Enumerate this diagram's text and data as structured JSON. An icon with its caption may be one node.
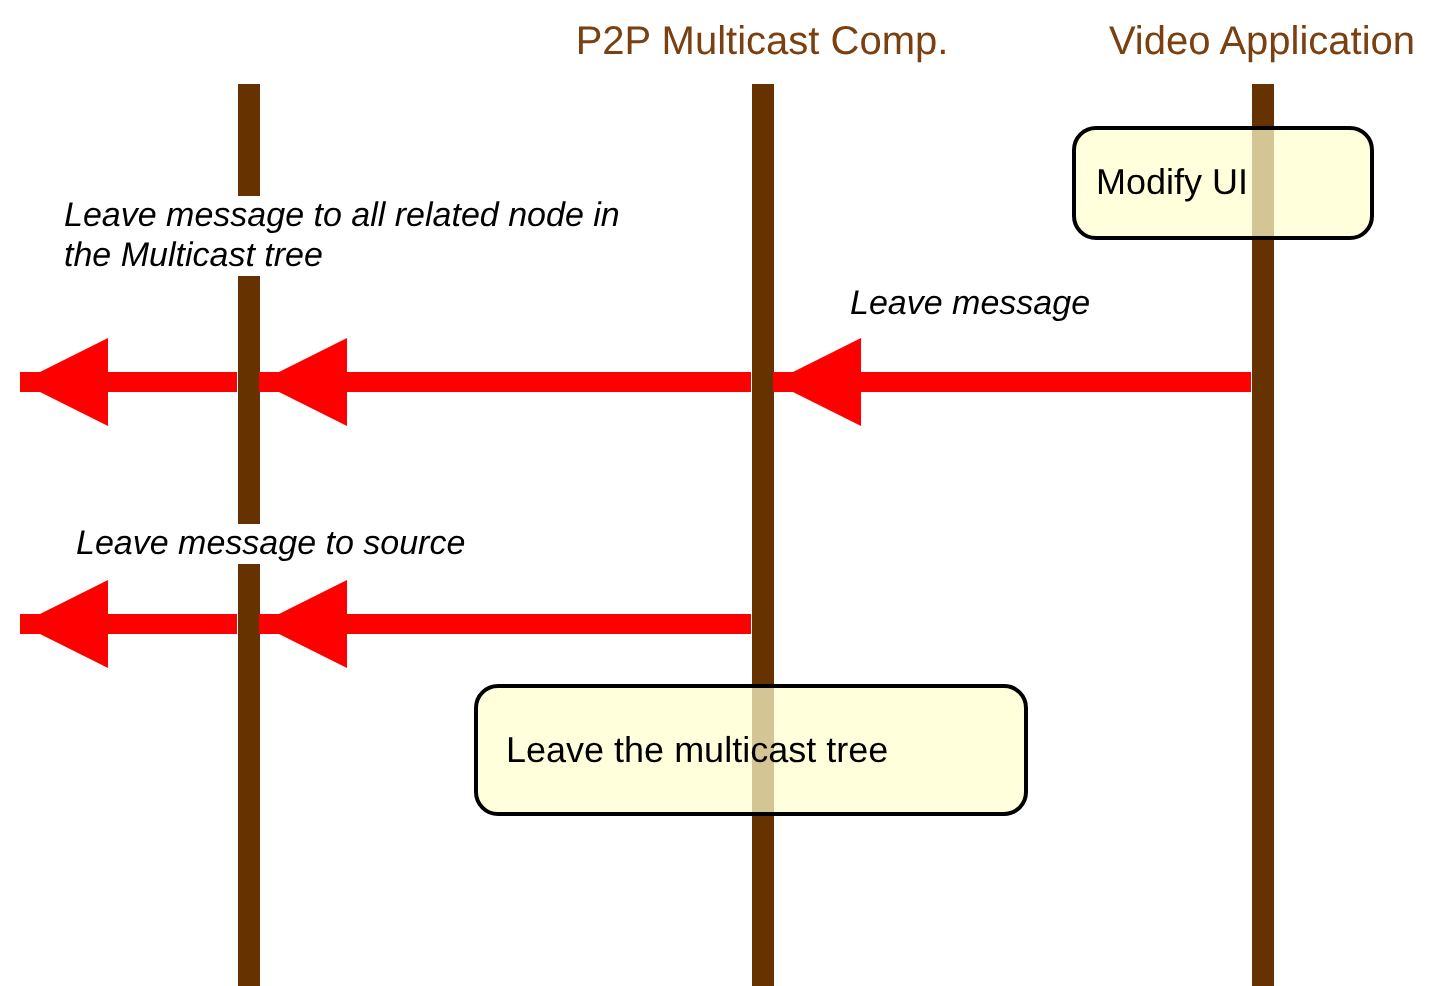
{
  "diagram": {
    "nodes": [
      {
        "text": [],
        "shape": "bar"
      },
      {
        "text": [
          "P2P Multicast Comp."
        ]
      },
      {
        "text": [
          "Video Application"
        ]
      },
      {
        "text": [
          "Modify UI"
        ]
      },
      {
        "text": [
          "Leave the multicast tree"
        ]
      }
    ],
    "edges": [
      {
        "from": 2,
        "to": 1,
        "arrow": "to",
        "label": "Leave message"
      },
      {
        "from": 1,
        "to": 0,
        "arrow": "to",
        "label": "Leave message to all related node in the Multicast tree"
      },
      {
        "from": 0,
        "to": null,
        "arrow": "to"
      },
      {
        "from": 1,
        "to": 0,
        "arrow": "to",
        "label": "Leave message to source"
      },
      {
        "from": 0,
        "to": null,
        "arrow": "to"
      }
    ]
  }
}
